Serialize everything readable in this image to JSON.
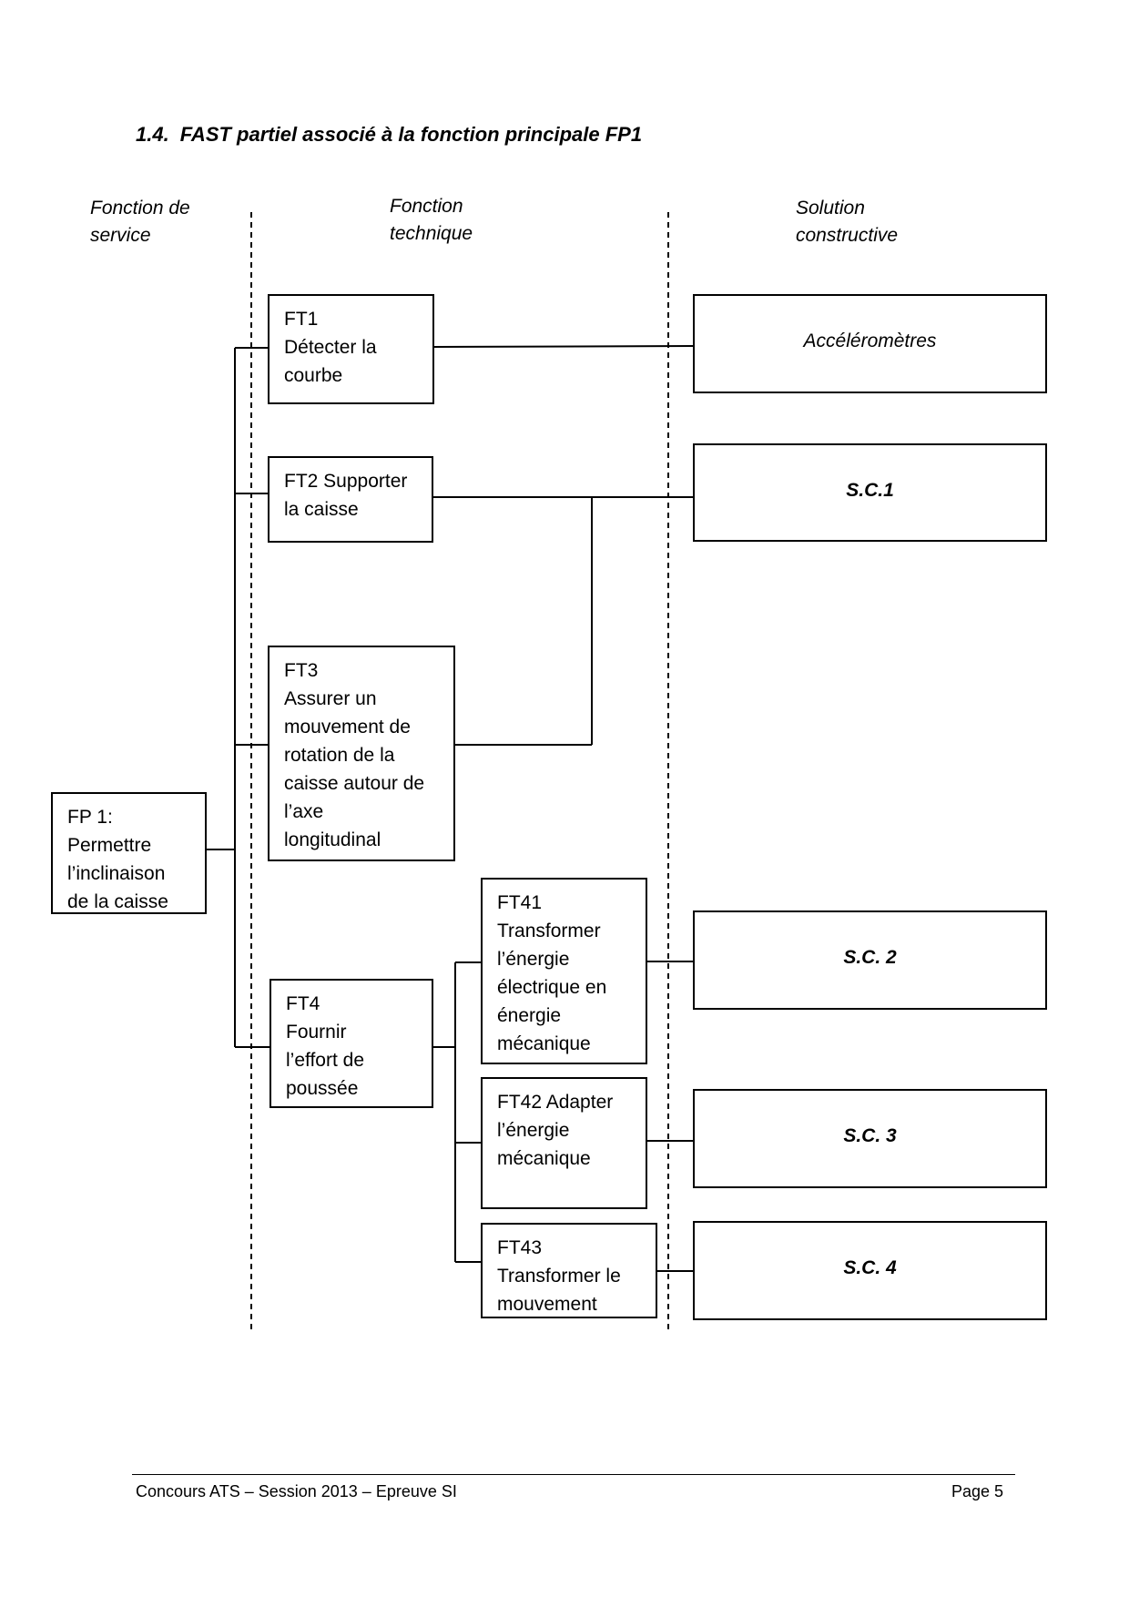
{
  "heading": {
    "number": "1.4.",
    "title": "FAST partiel associé à la fonction principale FP1"
  },
  "columns": {
    "service": "Fonction de\nservice",
    "technique": "Fonction\ntechnique",
    "solution": "Solution\nconstructive"
  },
  "fp1": "FP 1:\nPermettre\nl’inclinaison\nde la caisse",
  "technical_functions": {
    "ft1": "FT1\nDétecter la\ncourbe",
    "ft2": "FT2 Supporter\nla caisse",
    "ft3": "FT3\nAssurer un\nmouvement de\nrotation de la\ncaisse autour de\nl’axe\nlongitudinal",
    "ft4": "FT4\nFournir\nl’effort de\npoussée",
    "ft41": "FT41\nTransformer\nl’énergie\nélectrique en\nénergie\nmécanique",
    "ft42": "FT42 Adapter\nl’énergie\nmécanique",
    "ft43": "FT43\nTransformer le\nmouvement"
  },
  "solutions": {
    "s1": "Accéléromètres",
    "s2": "S.C.1",
    "s3": "S.C. 2",
    "s4": "S.C. 3",
    "s5": "S.C. 4"
  },
  "footer": {
    "left": "Concours ATS – Session 2013 – Epreuve SI",
    "right": "Page 5"
  }
}
